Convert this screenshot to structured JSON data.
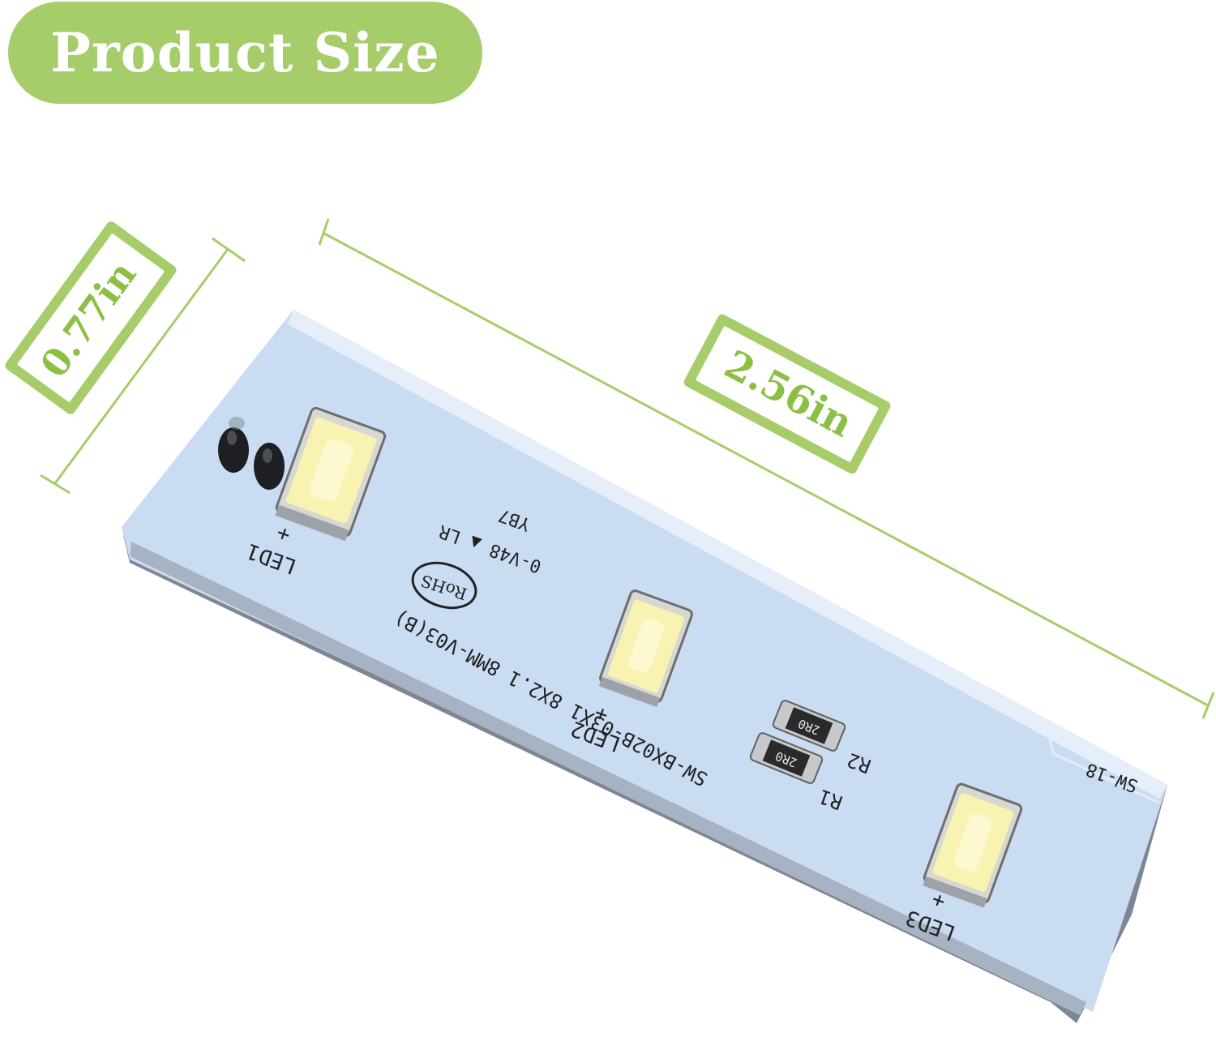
{
  "badge": {
    "title": "Product Size"
  },
  "dimensions": {
    "height_label": "0.77in",
    "length_label": "2.56in"
  },
  "pcb": {
    "part_number": "SW-BX02B-03X1 8X2.1 8MM-V03(B)",
    "voltage_text": "0-V48 ▲ LR",
    "code_text": "YB7",
    "rohs": "RoHS",
    "led_labels": [
      "LED1",
      "LED2",
      "LED3"
    ],
    "led_polarity": "+",
    "resistor_labels": [
      "R2",
      "R1"
    ],
    "resistor_codes": [
      "2R0",
      "2R0"
    ],
    "corner_code": "SW-18"
  },
  "colors": {
    "accent_green": "#a6cd6a",
    "label_green": "#8cbf44",
    "board_blue": "#c9dcf2",
    "led_yellow": "#f8f3b0"
  }
}
